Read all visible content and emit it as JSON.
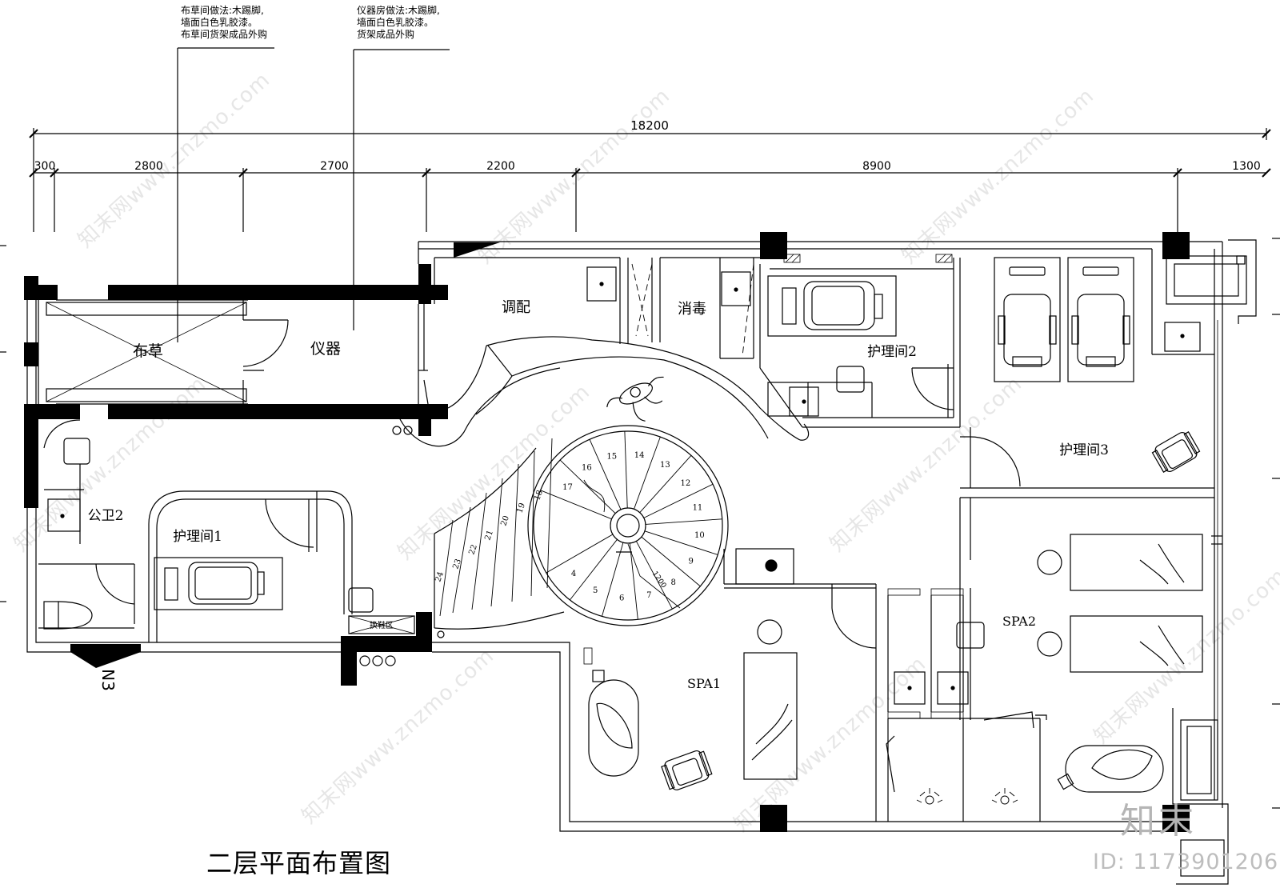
{
  "drawing_title": "二层平面布置图",
  "notes": {
    "linen_note": [
      "布草间做法:木踢脚,",
      "墙面白色乳胶漆。",
      "布草间货架成品外购"
    ],
    "equipment_note": [
      "仪器房做法:木踢脚,",
      "墙面白色乳胶漆。",
      "货架成品外购"
    ]
  },
  "dimensions": {
    "total": "18200",
    "segments": [
      "300",
      "2800",
      "2700",
      "2200",
      "8900",
      "1300"
    ]
  },
  "rooms": {
    "linen": "布草",
    "equipment": "仪器",
    "blending": "调配",
    "disinfection": "消毒",
    "treatment_1": "护理间1",
    "treatment_2": "护理间2",
    "treatment_3": "护理间3",
    "restroom_2": "公卫2",
    "spa_1": "SPA1",
    "spa_2": "SPA2",
    "shoe_area": "换鞋区"
  },
  "stair_numbers": [
    "4",
    "5",
    "6",
    "7",
    "8",
    "9",
    "10",
    "11",
    "12",
    "13",
    "14",
    "15",
    "16",
    "17",
    "18",
    "19",
    "20",
    "21",
    "22",
    "23",
    "24"
  ],
  "stair_note": "1200",
  "section_mark": "N3",
  "watermark_text": "知末网www.znzmo.com",
  "logo_text": "知末",
  "document_id": "ID: 1173901206",
  "colors": {
    "wall": "#000000",
    "line": "#000000",
    "watermark": "#e6e6e6"
  }
}
